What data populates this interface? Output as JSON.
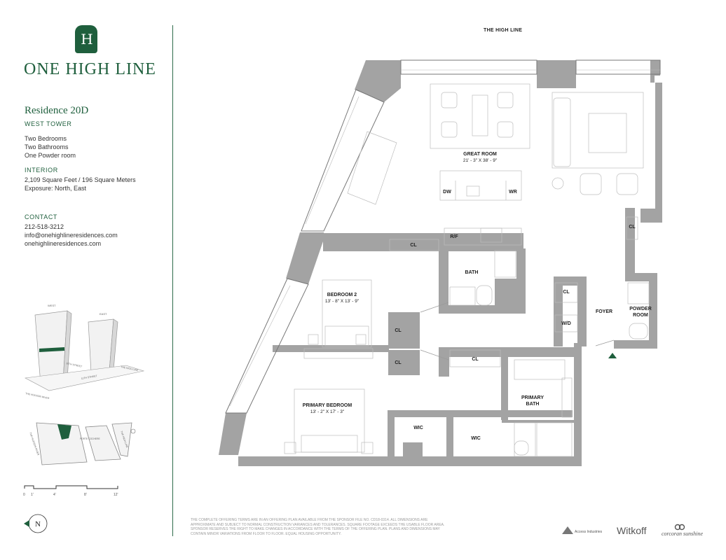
{
  "brand": {
    "mark": "H",
    "name": "ONE HIGH LINE"
  },
  "residence": {
    "title": "Residence 20D",
    "tower": "WEST TOWER",
    "bedrooms": "Two Bedrooms",
    "bathrooms": "Two Bathrooms",
    "powder": "One Powder room"
  },
  "interior": {
    "heading": "INTERIOR",
    "area": "2,109 Square Feet / 196 Square Meters",
    "exposure": "Exposure: North, East"
  },
  "contact": {
    "heading": "CONTACT",
    "phone": "212-518-3212",
    "email": "info@onehighlineresidences.com",
    "website": "onehighlineresidences.com"
  },
  "key_plan": {
    "west": "WEST",
    "east": "EAST",
    "street_10": "10TH STREET",
    "street_11": "11TH STREET",
    "high_line": "THE HIGH LINE",
    "hudson": "THE HUDSON RIVER",
    "porte": "PORTE COCHERE"
  },
  "scale": {
    "labels": [
      "0",
      "1'",
      "4'",
      "8'",
      "12'"
    ]
  },
  "compass": {
    "label": "N"
  },
  "plan": {
    "top_label": "THE HIGH LINE",
    "great_room": "GREAT ROOM",
    "great_room_dims": "21' - 3\" X 38' - 9\"",
    "dw": "DW",
    "wr": "WR",
    "rf": "R/F",
    "cl": "CL",
    "bath": "BATH",
    "bedroom2": "BEDROOM 2",
    "bedroom2_dims": "13' - 8\" X 13' - 9\"",
    "foyer": "FOYER",
    "wd": "W/D",
    "powder_room_1": "POWDER",
    "powder_room_2": "ROOM",
    "primary_bedroom": "PRIMARY BEDROOM",
    "primary_bedroom_dims": "13' - 2\" X 17' - 3\"",
    "primary_bath_1": "PRIMARY",
    "primary_bath_2": "BATH",
    "wic": "WIC"
  },
  "disclaimer": "THE COMPLETE OFFERING TERMS ARE IN AN OFFERING PLAN AVAILABLE FROM THE SPONSOR FILE NO. CD18-0314. ALL DIMENSIONS ARE APPROXIMATE AND SUBJECT TO NORMAL CONSTRUCTION VARIANCES AND TOLERANCES. SQUARE FOOTAGE EXCEEDS THE USABLE FLOOR AREA. SPONSOR RESERVES THE RIGHT TO MAKE CHANGES IN ACCORDANCE WITH THE TERMS OF THE OFFERING PLAN. PLANS AND DIMENSIONS MAY CONTAIN MINOR VARIATIONS FROM FLOOR TO FLOOR. EQUAL HOUSING OPPORTUNITY.",
  "footer": {
    "access": "Access Industries",
    "witkoff": "Witkoff",
    "corcoran": "corcoran sunshine"
  },
  "colors": {
    "brand_green": "#1f5f3d",
    "wall_gray": "#a3a3a3"
  }
}
